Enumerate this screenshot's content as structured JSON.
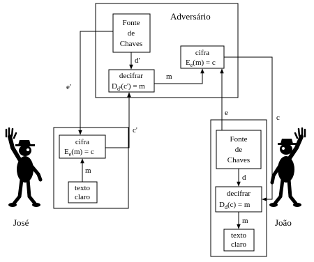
{
  "adversary": {
    "title": "Adversário",
    "key_source": [
      "Fonte",
      "de",
      "Chaves"
    ],
    "cipher": {
      "line1": "cifra",
      "line2_pre": "E",
      "line2_sub": "e",
      "line2_post": "(m) = c"
    },
    "decipher": {
      "line1": "decifrar",
      "line2_pre": "D",
      "line2_sub": "d'",
      "line2_post": "(c') = m"
    }
  },
  "jose": {
    "name": "José",
    "cipher": {
      "line1": "cifra",
      "line2_pre": "E",
      "line2_sub": "e",
      "line2_post": "(m) = c"
    },
    "plaintext": [
      "texto",
      "claro"
    ]
  },
  "joao": {
    "name": "João",
    "key_source": [
      "Fonte",
      "de",
      "Chaves"
    ],
    "decipher": {
      "line1": "decifrar",
      "line2_pre": "D",
      "line2_sub": "d",
      "line2_post": "(c) = m"
    },
    "plaintext": [
      "texto",
      "claro"
    ]
  },
  "edge_labels": {
    "d_prime": "d'",
    "m_adv": "m",
    "e_prime": "e'",
    "c_prime": "c'",
    "e": "e",
    "c": "c",
    "m_jose": "m",
    "d": "d",
    "m_joao": "m"
  }
}
